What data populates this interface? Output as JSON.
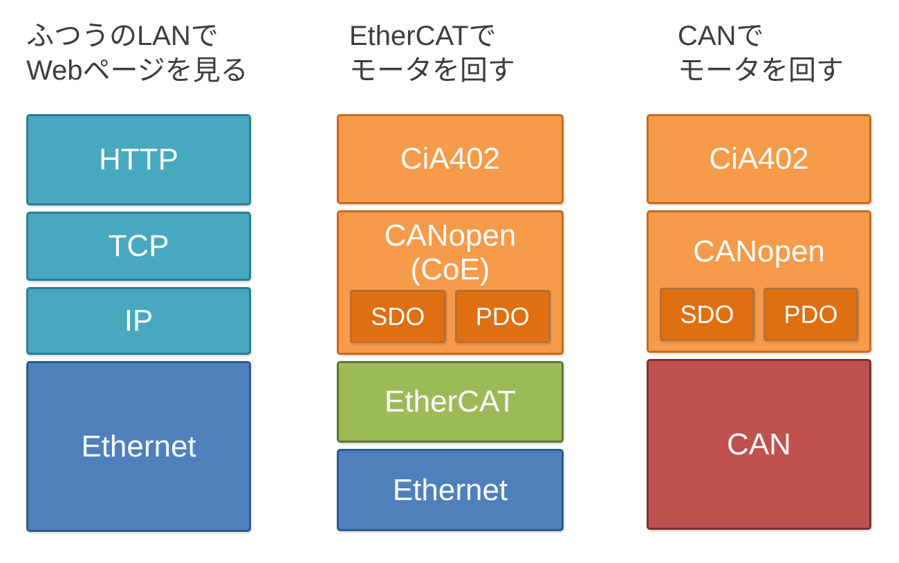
{
  "diagram": {
    "type": "protocol-stack-comparison",
    "columns": [
      {
        "title_line1": "ふつうのLANで",
        "title_line2": "Webページを見る",
        "boxes": {
          "http": "HTTP",
          "tcp": "TCP",
          "ip": "IP",
          "ethernet": "Ethernet"
        }
      },
      {
        "title_line1": "EtherCATで",
        "title_line2": "モータを回す",
        "boxes": {
          "cia402": "CiA402",
          "canopen_line1": "CANopen",
          "canopen_line2": "(CoE)",
          "sdo": "SDO",
          "pdo": "PDO",
          "ethercat": "EtherCAT",
          "ethernet": "Ethernet"
        }
      },
      {
        "title_line1": "CANで",
        "title_line2": "モータを回す",
        "boxes": {
          "cia402": "CiA402",
          "canopen": "CANopen",
          "sdo": "SDO",
          "pdo": "PDO",
          "can": "CAN"
        }
      }
    ],
    "colors": {
      "teal_fill": "#46a9bf",
      "teal_border": "#2a7d96",
      "blue_fill": "#4e81bc",
      "blue_border": "#2e598a",
      "orange_fill": "#f69b49",
      "orange_border": "#c9691b",
      "dark_orange_fill": "#df6f10",
      "dark_orange_border": "#b3703a",
      "green_fill": "#9cbb58",
      "green_border": "#5f7733",
      "red_fill": "#bf514e",
      "red_border": "#7d312f",
      "box_text": "#fcfcfc",
      "heading_text": "#3d3d3d",
      "background": "#ffffff"
    }
  }
}
